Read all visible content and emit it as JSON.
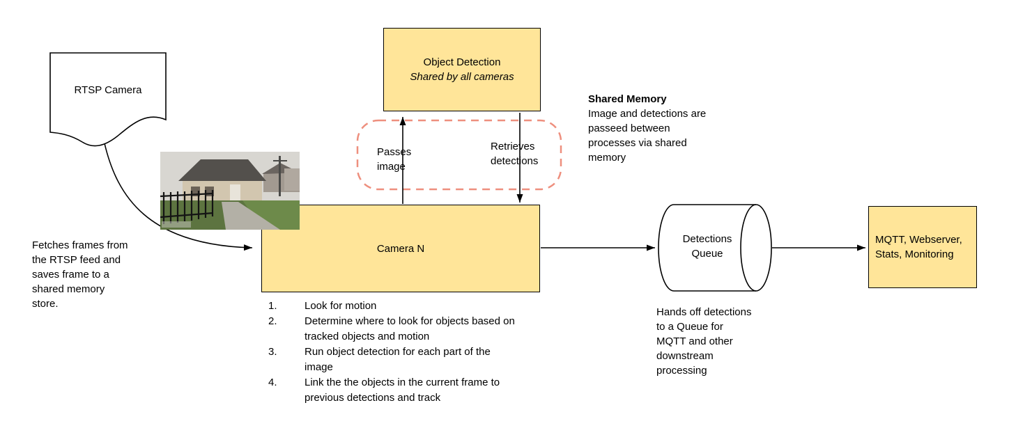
{
  "colors": {
    "box_fill": "#FFE599",
    "box_border": "#000000",
    "dashed_border": "#EE8F7E",
    "background": "#FFFFFF"
  },
  "rtsp": {
    "label": "RTSP Camera"
  },
  "fetch_note": "Fetches frames from the RTSP feed and saves frame to a shared memory store.",
  "object_detection": {
    "title": "Object Detection",
    "subtitle": "Shared by all cameras"
  },
  "shared_memory": {
    "title": "Shared Memory",
    "body": "Image and detections are passeed between processes via shared memory"
  },
  "arrows": {
    "passes_image": "Passes image",
    "retrieves_detections": "Retrieves detections"
  },
  "camera_n": {
    "label": "Camera N",
    "steps": [
      {
        "num": "1.",
        "text": "Look for motion"
      },
      {
        "num": "2.",
        "text": "Determine where to look for objects based on tracked objects and motion"
      },
      {
        "num": "3.",
        "text": "Run object detection for each part of the image"
      },
      {
        "num": "4.",
        "text": "Link the the objects in the current frame to previous detections and track"
      }
    ]
  },
  "queue": {
    "label": "Detections Queue",
    "note": "Hands off detections to a Queue for MQTT and other downstream processing"
  },
  "mqtt": {
    "label": "MQTT, Webserver, Stats, Monitoring"
  }
}
